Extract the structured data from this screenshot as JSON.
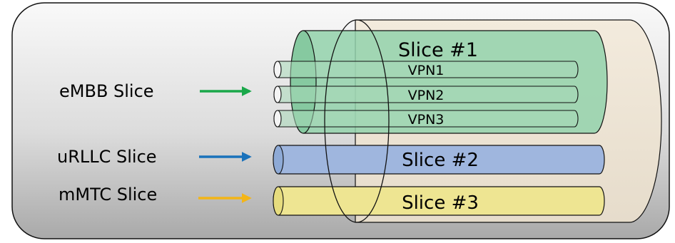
{
  "slice_labels": {
    "embb": "eMBB Slice",
    "urllc": "uRLLC Slice",
    "mmtc": "mMTC Slice"
  },
  "slices": {
    "slice1": "Slice #1",
    "slice2": "Slice #2",
    "slice3": "Slice #3"
  },
  "vpns": [
    "VPN1",
    "VPN2",
    "VPN3"
  ],
  "colors": {
    "frame_light": "#f9f9f9",
    "frame_dark": "#a9a9a9",
    "outer_pipe": "#efe5d5",
    "slice1": "#93d2ab",
    "slice2": "#9fb6de",
    "slice3": "#eee592",
    "arrow_embb": "#1aa84a",
    "arrow_urllc": "#1a72bb",
    "arrow_mmtc": "#f3b517"
  }
}
